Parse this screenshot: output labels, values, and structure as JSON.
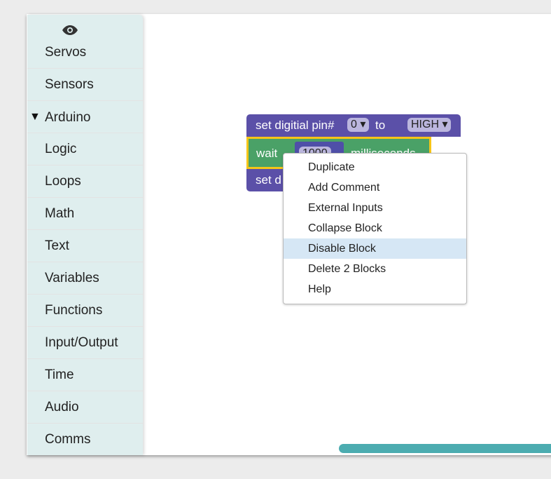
{
  "toolbox": {
    "icon": "eye-icon",
    "categories": [
      {
        "label": "Servos"
      },
      {
        "label": "Sensors"
      },
      {
        "label": "Arduino",
        "expanded": true
      },
      {
        "label": "Logic"
      },
      {
        "label": "Loops"
      },
      {
        "label": "Math"
      },
      {
        "label": "Text"
      },
      {
        "label": "Variables"
      },
      {
        "label": "Functions"
      },
      {
        "label": "Input/Output"
      },
      {
        "label": "Time"
      },
      {
        "label": "Audio"
      },
      {
        "label": "Comms"
      }
    ]
  },
  "blocks": {
    "set_pin_1": {
      "prefix": "set digitial pin#",
      "pin": "0",
      "to": "to",
      "value": "HIGH"
    },
    "wait": {
      "label": "wait",
      "value": "1000",
      "suffix": "milliseconds"
    },
    "set_pin_2": {
      "prefix": "set d"
    }
  },
  "context_menu": {
    "items": [
      {
        "label": "Duplicate"
      },
      {
        "label": "Add Comment"
      },
      {
        "label": "External Inputs"
      },
      {
        "label": "Collapse Block"
      },
      {
        "label": "Disable Block",
        "highlighted": true
      },
      {
        "label": "Delete 2 Blocks"
      },
      {
        "label": "Help"
      }
    ]
  },
  "colors": {
    "toolbox_bg": "#dfeeee",
    "block_purple": "#5b50a8",
    "block_green": "#4aa167",
    "selection": "#f5c518",
    "scrollbar": "#4cacb0",
    "menu_highlight": "#d6e7f5"
  }
}
